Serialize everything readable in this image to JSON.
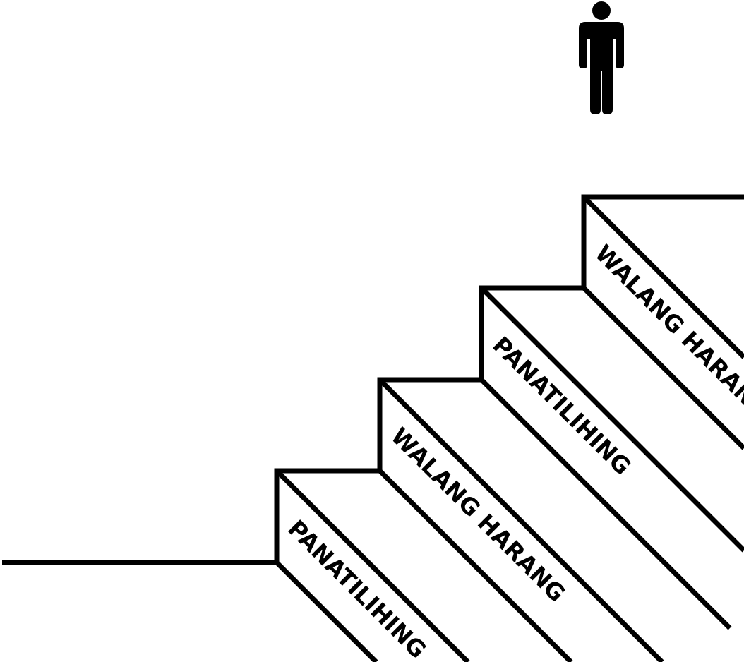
{
  "colors": {
    "line": "#000000",
    "background": "#ffffff",
    "figure": "#000000"
  },
  "icons": {
    "figure": "person-icon"
  },
  "steps": [
    {
      "label": "PANATILIHING"
    },
    {
      "label": "WALANG HARANG"
    },
    {
      "label": "PANATILIHING"
    },
    {
      "label": "WALANG HARANG"
    }
  ]
}
